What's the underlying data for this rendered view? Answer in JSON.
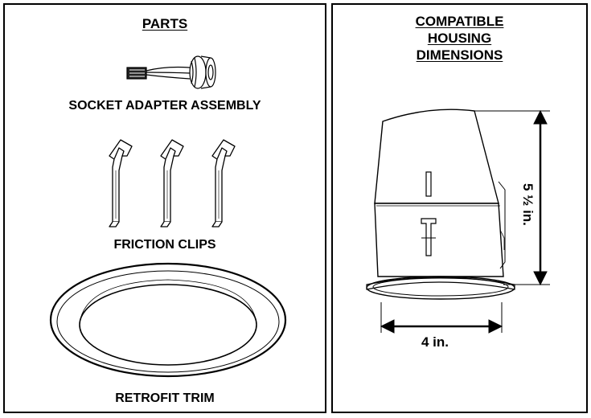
{
  "parts": {
    "heading": "PARTS",
    "items": [
      {
        "label": "SOCKET ADAPTER ASSEMBLY",
        "icon": "socket-adapter-icon"
      },
      {
        "label": "FRICTION CLIPS",
        "icon": "friction-clip-icon"
      },
      {
        "label": "RETROFIT TRIM",
        "icon": "retrofit-trim-icon"
      }
    ]
  },
  "housing": {
    "heading_lines": [
      "COMPATIBLE",
      "HOUSING",
      "DIMENSIONS"
    ],
    "height_label": "5 ½ in.",
    "width_label": "4 in.",
    "icon": "recessed-housing-icon"
  }
}
